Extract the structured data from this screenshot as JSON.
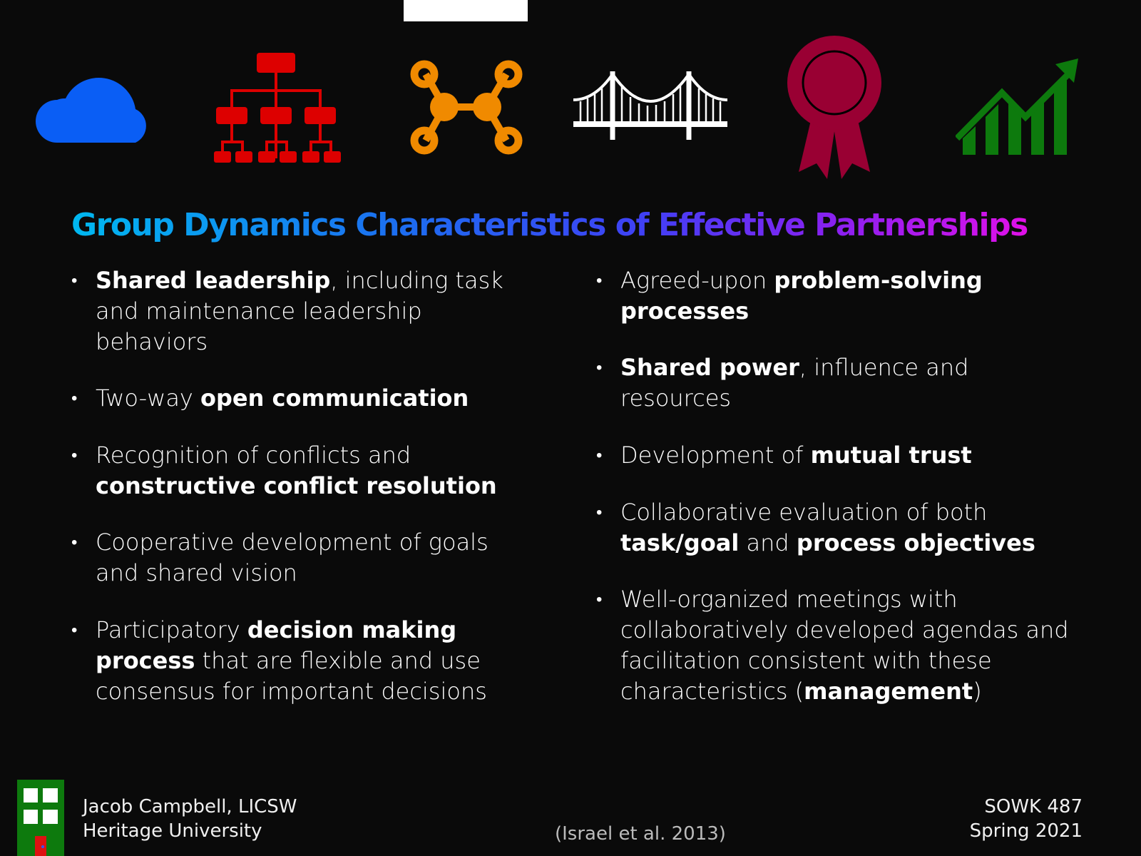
{
  "icons": [
    "cloud-icon",
    "org-chart-icon",
    "network-nodes-icon",
    "bridge-icon",
    "award-ribbon-icon",
    "growth-chart-icon"
  ],
  "colors": {
    "cloud": "#0a5ef5",
    "org": "#dd0000",
    "network": "#f08a00",
    "bridge": "#ffffff",
    "award": "#990033",
    "growth": "#0d7a0d",
    "title_start": "#00b8f0",
    "title_end": "#e010e8"
  },
  "title": "Group Dynamics Characteristics of Effective Partnerships",
  "left": [
    [
      {
        "t": "Shared leadership",
        "b": true
      },
      {
        "t": ", including task and maintenance leadership behaviors",
        "b": false
      }
    ],
    [
      {
        "t": "Two-way ",
        "b": false
      },
      {
        "t": "open communication",
        "b": true
      }
    ],
    [
      {
        "t": "Recognition of conflicts and ",
        "b": false
      },
      {
        "t": "constructive conflict resolution",
        "b": true
      }
    ],
    [
      {
        "t": "Cooperative development of goals and shared vision",
        "b": false
      }
    ],
    [
      {
        "t": "Participatory ",
        "b": false
      },
      {
        "t": "decision making process",
        "b": true
      },
      {
        "t": " that are flexible and use consensus for important decisions",
        "b": false
      }
    ]
  ],
  "right": [
    [
      {
        "t": "Agreed-upon ",
        "b": false
      },
      {
        "t": "problem-solving processes",
        "b": true
      }
    ],
    [
      {
        "t": "Shared power",
        "b": true
      },
      {
        "t": ", influence and resources",
        "b": false
      }
    ],
    [
      {
        "t": "Development of ",
        "b": false
      },
      {
        "t": "mutual trust",
        "b": true
      }
    ],
    [
      {
        "t": "Collaborative evaluation of both ",
        "b": false
      },
      {
        "t": "task/goal",
        "b": true
      },
      {
        "t": " and ",
        "b": false
      },
      {
        "t": "process objectives",
        "b": true
      }
    ],
    [
      {
        "t": "Well-organized meetings with collaboratively developed agendas and facilitation consistent with these characteristics (",
        "b": false
      },
      {
        "t": "management",
        "b": true
      },
      {
        "t": ")",
        "b": false
      }
    ]
  ],
  "footer": {
    "author": "Jacob Campbell, LICSW",
    "institution": "Heritage University",
    "citation": "(Israel et al. 2013)",
    "course": "SOWK 487",
    "term": "Spring 2021"
  }
}
